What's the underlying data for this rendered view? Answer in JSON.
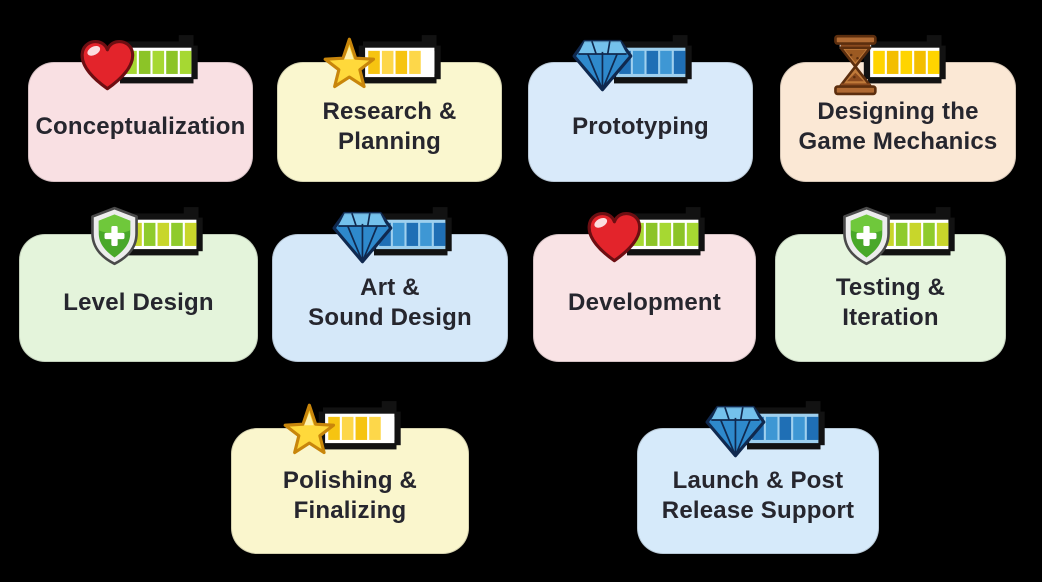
{
  "canvas": {
    "background": "#000000",
    "text_color": "#26262E"
  },
  "cards": [
    {
      "id": "conceptualization",
      "label": "Conceptualization",
      "lines": [
        "Conceptualization"
      ],
      "bg": "#F9E0E3",
      "icon": "heart-health-bar-icon",
      "palette": "heart"
    },
    {
      "id": "research-planning",
      "label": "Research & Planning",
      "lines": [
        "Research &",
        "Planning"
      ],
      "bg": "#FAF7CF",
      "icon": "star-progress-bar-icon",
      "palette": "star"
    },
    {
      "id": "prototyping",
      "label": "Prototyping",
      "lines": [
        "Prototyping"
      ],
      "bg": "#D9EAFA",
      "icon": "gem-progress-bar-icon",
      "palette": "gem"
    },
    {
      "id": "designing-game-mechanics",
      "label": "Designing the Game Mechanics",
      "lines": [
        "Designing the",
        "Game Mechanics"
      ],
      "bg": "#FBE8D5",
      "icon": "hourglass-progress-bar-icon",
      "palette": "hourglass"
    },
    {
      "id": "level-design",
      "label": "Level Design",
      "lines": [
        "Level Design"
      ],
      "bg": "#E4F4DB",
      "icon": "shield-progress-bar-icon",
      "palette": "shield"
    },
    {
      "id": "art-sound-design",
      "label": "Art & Sound Design",
      "lines": [
        "Art &",
        "Sound Design"
      ],
      "bg": "#D5E8F9",
      "icon": "gem-progress-bar-icon",
      "palette": "gem"
    },
    {
      "id": "development",
      "label": "Development",
      "lines": [
        "Development"
      ],
      "bg": "#F9E3E5",
      "icon": "heart-health-bar-icon",
      "palette": "heart"
    },
    {
      "id": "testing-iteration",
      "label": "Testing & Iteration",
      "lines": [
        "Testing &",
        "Iteration"
      ],
      "bg": "#E6F5DE",
      "icon": "shield-progress-bar-icon",
      "palette": "shield"
    },
    {
      "id": "polishing-finalizing",
      "label": "Polishing & Finalizing",
      "lines": [
        "Polishing &",
        "Finalizing"
      ],
      "bg": "#FAF6CD",
      "icon": "star-progress-bar-icon",
      "palette": "star"
    },
    {
      "id": "launch-post-release",
      "label": "Launch & Post Release Support",
      "lines": [
        "Launch & Post",
        "Release Support"
      ],
      "bg": "#D6EAFA",
      "icon": "gem-progress-bar-icon",
      "palette": "gem"
    }
  ],
  "icon_palettes": {
    "heart": {
      "segA": "#A6D832",
      "segB": "#8CC427",
      "barBg": "#FFFFFF"
    },
    "star": {
      "segA": "#F6C411",
      "segB": "#FDD74A",
      "segLast": "#FFFFFF",
      "barBg": "#FFFFFF"
    },
    "gem": {
      "segA": "#1F6FB5",
      "segB": "#3E97D4",
      "barBg": "#9FD0EE"
    },
    "hourglass": {
      "segA": "#FFD400",
      "segB": "#F3BE00",
      "barBg": "#FFFFFF"
    },
    "shield": {
      "segA": "#C8D62B",
      "segB": "#8FCB2C",
      "barBg": "#FFFFFF"
    }
  },
  "icon_glyph_colors": {
    "heart": "#E3242B",
    "star": "#FFD93B",
    "gem": "#2E89CC",
    "hourglass": "#B06A33",
    "shield": "#49A82A"
  }
}
